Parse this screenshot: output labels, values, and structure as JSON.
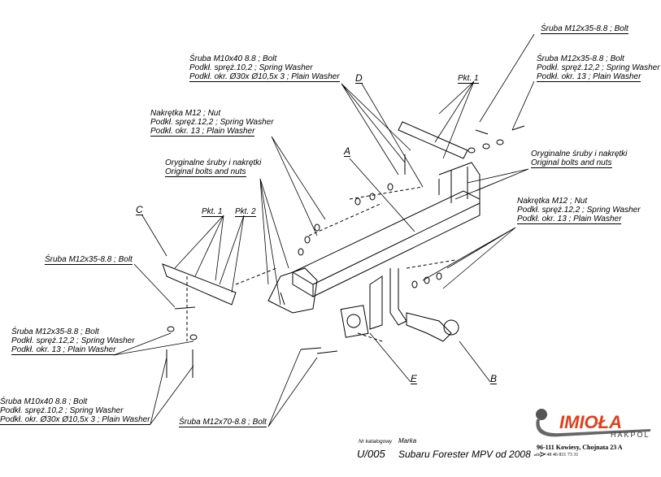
{
  "labels": {
    "bolt_top_right": [
      "Śruba M12x35-8.8 ; Bolt"
    ],
    "set_right_upper": [
      "Śruba M12x35-8.8 ; Bolt",
      "Podkł. spręż.12,2 ; Spring Washer",
      "Podkł. okr. 13 ; Plain Washer"
    ],
    "set_top_center": [
      "Śruba M10x40 8.8 ; Bolt",
      "Podkł. spręż.10,2 ; Spring Washer",
      "Podkł. okr.  Ø30x Ø10,5x 3 ; Plain Washer"
    ],
    "nut_set_left": [
      "Nakrętka  M12 ; Nut",
      "Podkł. spręż.12,2 ; Spring Washer",
      "Podkł. okr. 13 ; Plain Washer"
    ],
    "original_right": [
      "Oryginalne śruby i nakrętki",
      "Original bolts and nuts"
    ],
    "original_left": [
      "Oryginalne śruby i nakrętki",
      "Original bolts and nuts"
    ],
    "nut_set_right": [
      "Nakrętka  M12 ; Nut",
      "Podkł. spręż.12,2 ; Spring Washer",
      "Podkł. okr. 13 ; Plain Washer"
    ],
    "bolt_left": [
      "Śruba M12x35-8.8 ; Bolt"
    ],
    "set_left_mid": [
      "Śruba M12x35-8.8 ; Bolt",
      "Podkł. spręż.12,2 ; Spring Washer",
      "Podkł. okr. 13 ; Plain Washer"
    ],
    "set_left_bottom": [
      "Śruba M10x40 8.8 ; Bolt",
      "Podkł. spręż.10,2 ; Spring Washer",
      "Podkł. okr.  Ø30x Ø10,5x 3 ; Plain Washer"
    ],
    "bolt_bottom": [
      "Śruba M12x70-8.8 ; Bolt"
    ]
  },
  "points": {
    "pkt1_top": "Pkt. 1",
    "pkt1_left": "Pkt. 1",
    "pkt2_left": "Pkt. 2"
  },
  "part_letters": {
    "a": "A",
    "b": "B",
    "c": "C",
    "d": "D",
    "e": "E"
  },
  "footer": {
    "catalog_label": "Nr katalogowy",
    "catalog_number": "U/005",
    "make_label": "Marka",
    "make_value": "Subaru Forester MPV  od 2008 - >",
    "brand": "IMIOŁA",
    "brand_sub": "HAKPOL",
    "address": "96-111 Kowiesy, Chojnata 23 A",
    "tel": "tel. +48  46 831  73 31"
  },
  "colors": {
    "brand": "#e0401c",
    "line": "#000000",
    "logo_grey": "#555555"
  }
}
